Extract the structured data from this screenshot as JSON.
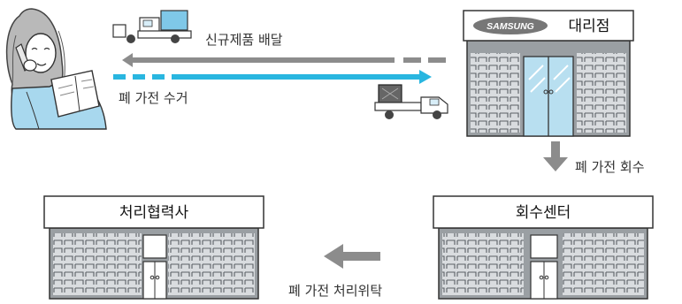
{
  "labels": {
    "new_delivery": "신규제품 배달",
    "old_collection": "폐 가전 수거",
    "to_center": "폐 가전 회수",
    "to_processor": "폐 가전 처리위탁"
  },
  "buildings": {
    "dealer": {
      "brand": "SAMSUNG",
      "name": "대리점"
    },
    "center": {
      "name": "회수센터"
    },
    "processor": {
      "name": "처리협력사"
    }
  },
  "colors": {
    "gray_arrow": "#8c8c8c",
    "cyan_arrow": "#29b6e0",
    "building_wall": "#9a9fa3",
    "brick_bg": "#d9dcdf",
    "glass": "#b8dff0",
    "truck_cargo": "#7fc8e8"
  },
  "icons": [
    "customer-phone-illustration",
    "truck-icon",
    "truck-icon",
    "down-arrow-icon",
    "left-arrow-icon"
  ]
}
